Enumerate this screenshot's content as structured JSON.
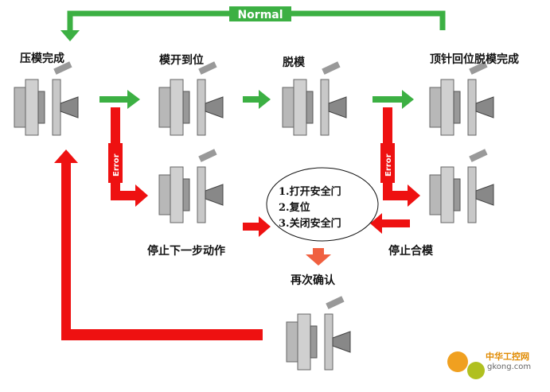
{
  "normal_label": "Normal",
  "error_label": "Error",
  "stages": {
    "press_complete": "压模完成",
    "mold_open": "模开到位",
    "demold": "脱模",
    "ejector_return": "顶针回位脱模完成",
    "stop_next": "停止下一步动作",
    "stop_close": "停止合模",
    "reconfirm": "再次确认"
  },
  "steps": [
    "1.打开安全门",
    "2.复位",
    "3.关闭安全门"
  ],
  "watermark": {
    "cn": "中华工控网",
    "en": "gkong.com"
  },
  "colors": {
    "normal": "#3cb043",
    "error": "#ee1111",
    "confirm": "#f06040"
  }
}
